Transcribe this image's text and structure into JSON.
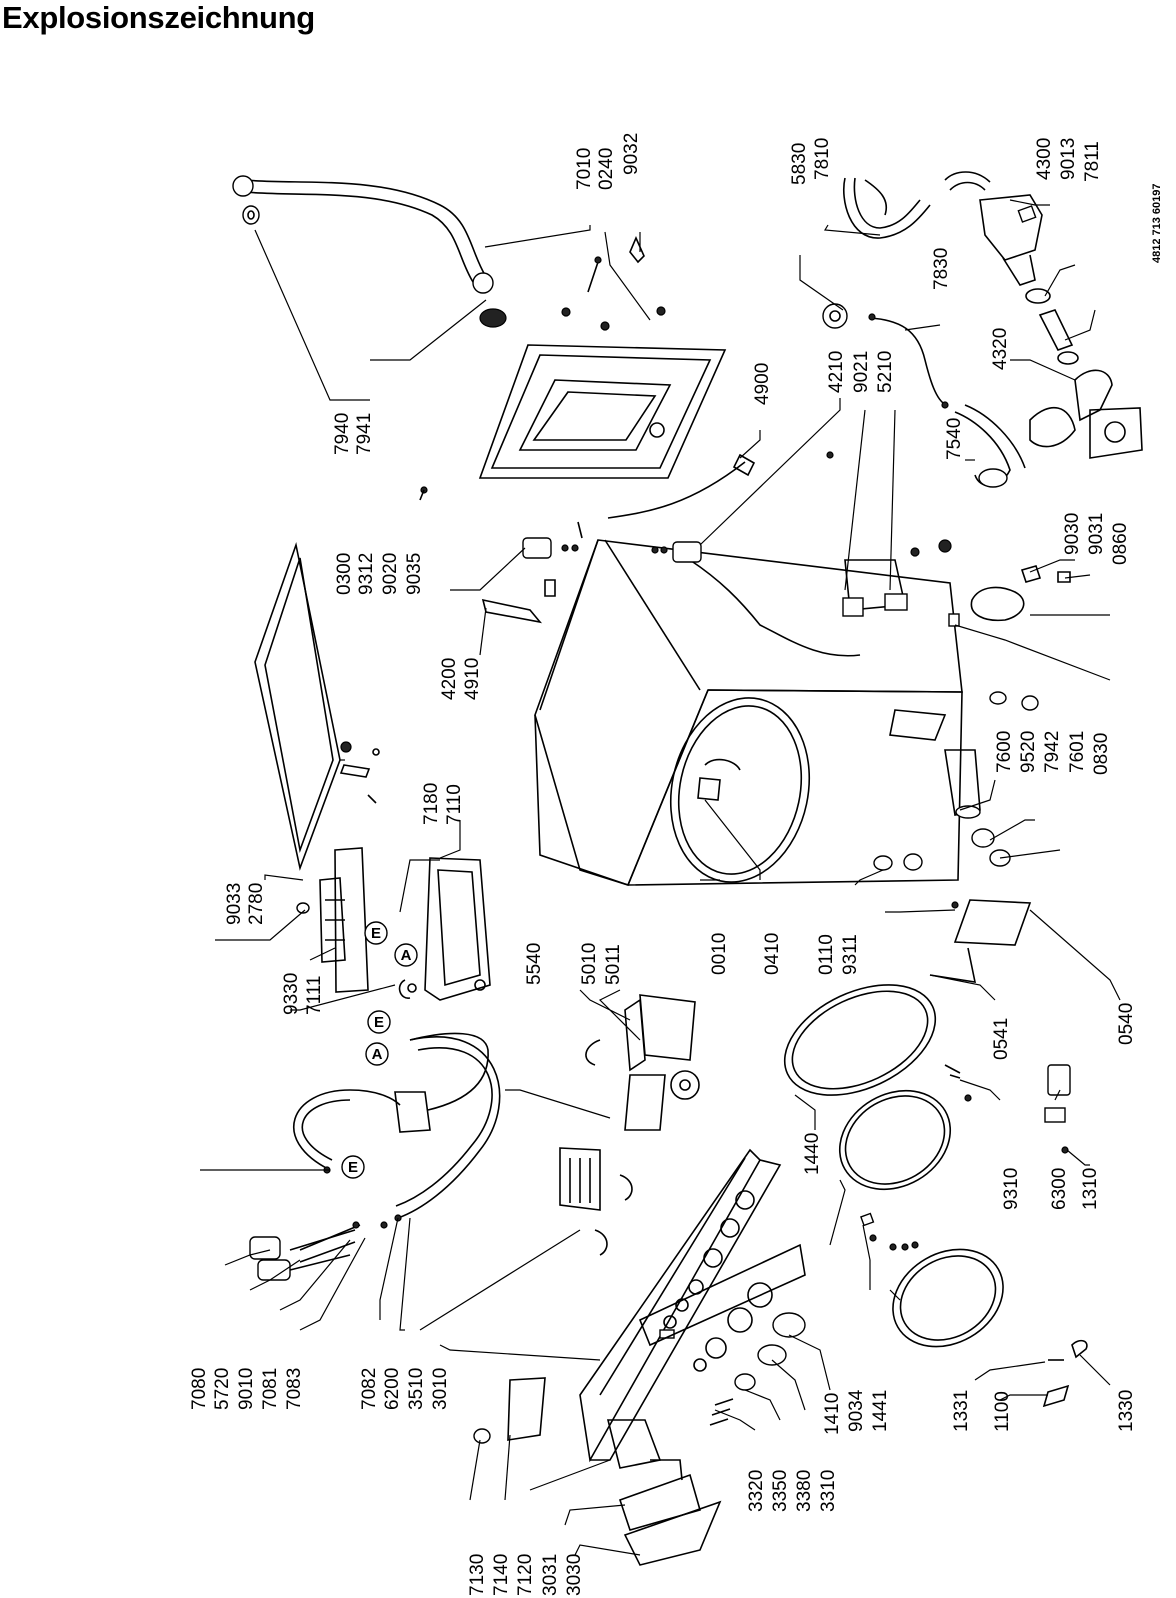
{
  "title": "Explosionszeichnung",
  "doc_code": "4812 713 60197",
  "callout_markers": [
    "A",
    "E",
    "A",
    "E",
    "E"
  ],
  "labels": {
    "l7010": "7010",
    "l0240": "0240",
    "l9032": "9032",
    "l5830": "5830",
    "l7810": "7810",
    "l4300": "4300",
    "l9013": "9013",
    "l7811": "7811",
    "l7940": "7940",
    "l7941": "7941",
    "l4900": "4900",
    "l4210": "4210",
    "l9021": "9021",
    "l5210": "5210",
    "l7830": "7830",
    "l4320": "4320",
    "l7540": "7540",
    "l0300": "0300",
    "l9312": "9312",
    "l9020": "9020",
    "l9035": "9035",
    "l4200": "4200",
    "l4910": "4910",
    "l9030": "9030",
    "l9031": "9031",
    "l0860": "0860",
    "l9033": "9033",
    "l2780": "2780",
    "l7180": "7180",
    "l7110": "7110",
    "l7600": "7600",
    "l9520": "9520",
    "l7942": "7942",
    "l7601": "7601",
    "l0830": "0830",
    "l9330": "9330",
    "l7111": "7111",
    "l5540": "5540",
    "l5010": "5010",
    "l5011": "5011",
    "l0010": "0010",
    "l0410": "0410",
    "l0110": "0110",
    "l9311": "9311",
    "l0541": "0541",
    "l0540": "0540",
    "l1440": "1440",
    "l9310": "9310",
    "l6300": "6300",
    "l1310": "1310",
    "l7080": "7080",
    "l5720": "5720",
    "l9010": "9010",
    "l7081": "7081",
    "l7083": "7083",
    "l7082": "7082",
    "l6200": "6200",
    "l3510": "3510",
    "l3010": "3010",
    "l1410": "1410",
    "l9034": "9034",
    "l1441": "1441",
    "l1331": "1331",
    "l1100": "1100",
    "l1330": "1330",
    "l7130": "7130",
    "l7140": "7140",
    "l7120": "7120",
    "l3031": "3031",
    "l3030": "3030",
    "l3320": "3320",
    "l3350": "3350",
    "l3380": "3380",
    "l3310": "3310"
  }
}
